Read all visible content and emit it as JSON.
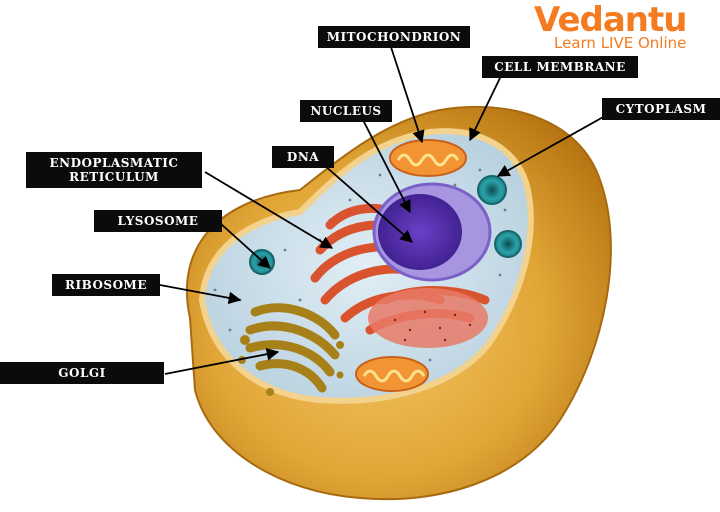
{
  "brand": {
    "name": "Vedantu",
    "tagline": "Learn LIVE Online",
    "color": "#f47b20"
  },
  "labels": {
    "mitochondrion": "MITOCHONDRION",
    "cell_membrane": "CELL MEMBRANE",
    "nucleus": "NUCLEUS",
    "cytoplasm": "CYTOPLASM",
    "dna": "DNA",
    "endoplasmatic_line1": "ENDOPLASMATIC",
    "endoplasmatic_line2": "RETICULUM",
    "lysosome": "LYSOSOME",
    "ribosome": "RIBOSOME",
    "golgi": "GOLGI"
  },
  "colors": {
    "cell_wall": "#d9972a",
    "cytoplasm": "#c9dde8",
    "nucleus_outer": "#8c6fd1",
    "nucleus_inner": "#4b2a9b",
    "er": "#e0603f",
    "golgi": "#b88d1a",
    "mitochondria": "#f08a2a",
    "lysosome": "#1f8b91",
    "label_bg": "#0b0b0b"
  }
}
